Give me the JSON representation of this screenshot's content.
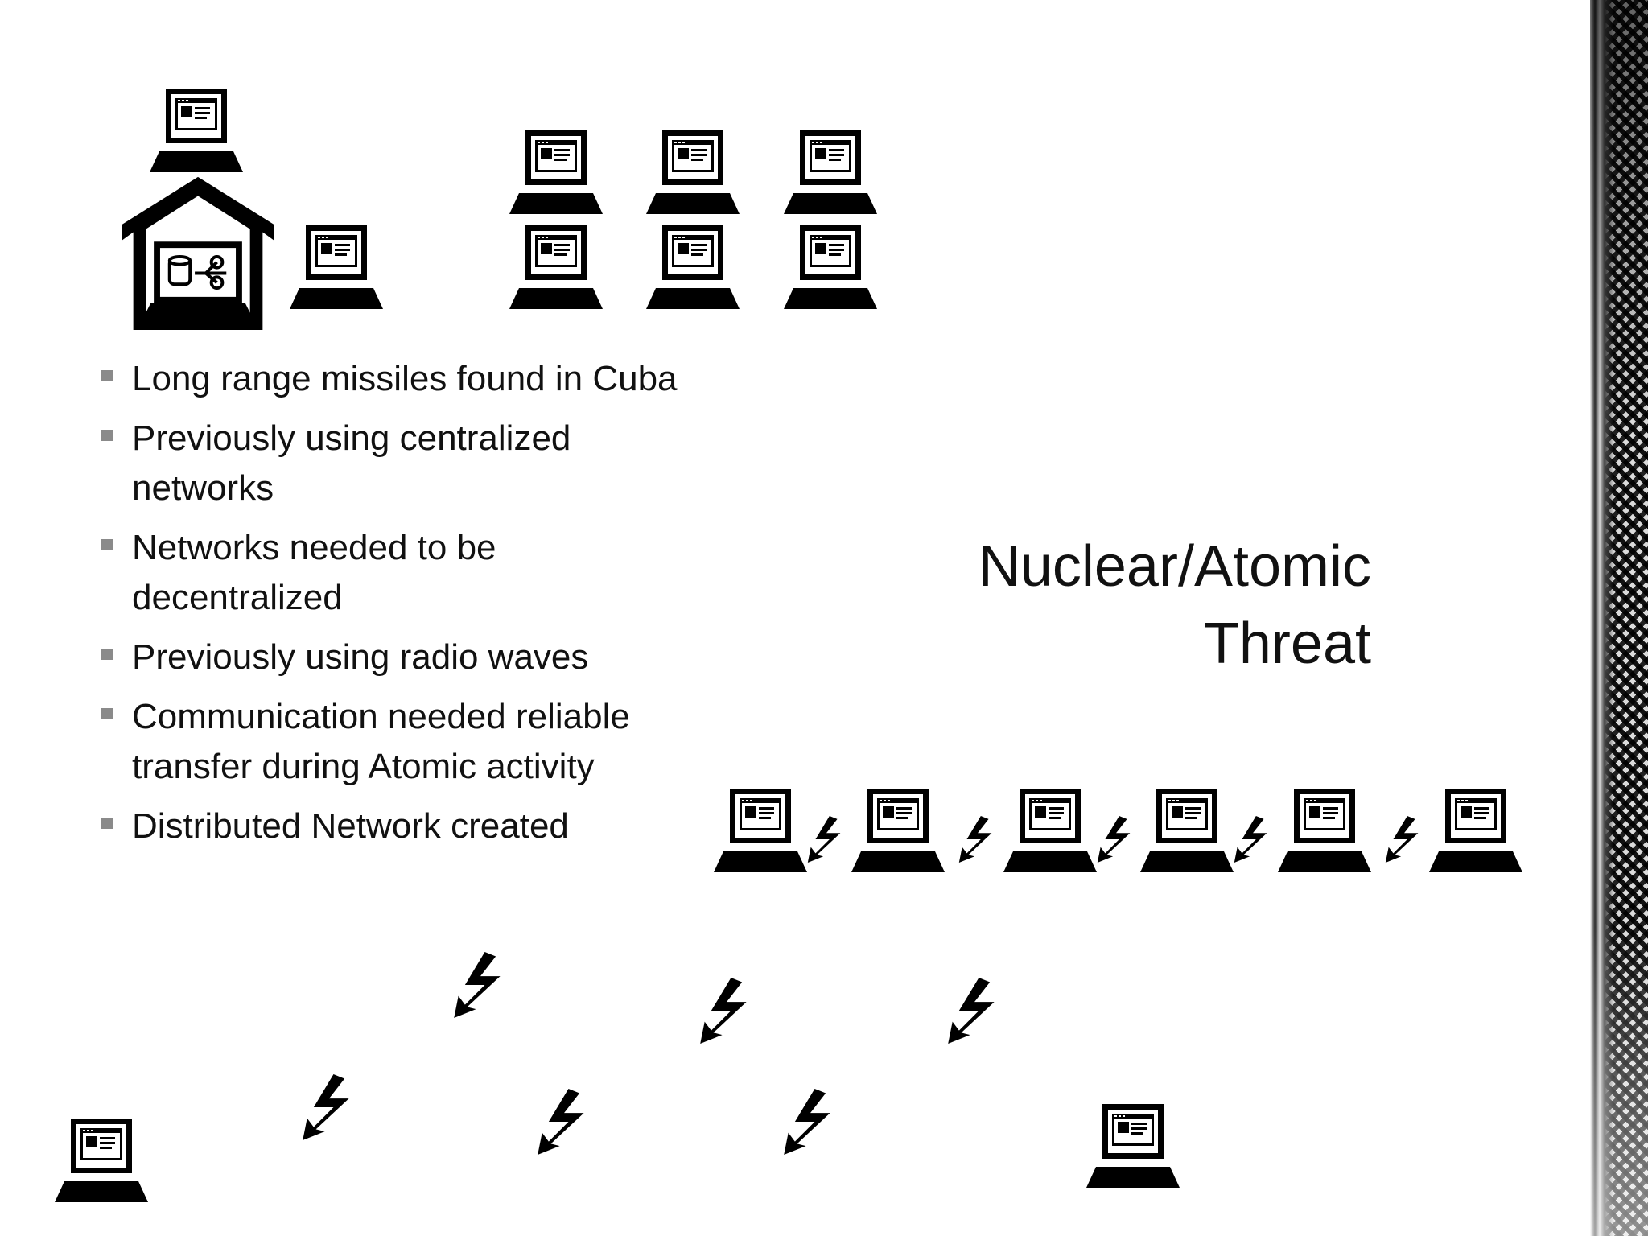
{
  "slide": {
    "title_lines": [
      "Nuclear/Atomic",
      "Threat"
    ],
    "bullets": [
      "Long range missiles found in Cuba",
      "Previously using centralized networks",
      "Networks needed to be decentralized",
      "Previously using radio waves",
      "Communication needed reliable transfer during Atomic activity",
      "Distributed Network created"
    ]
  },
  "icons": {
    "computer": "laptop-computer-icon",
    "server": "server-house-icon",
    "signal": "lightning-bolt-icon"
  },
  "colors": {
    "background": "#ffffff",
    "text": "#111111",
    "bullet_marker": "#8a8a8a",
    "icon": "#000000"
  }
}
